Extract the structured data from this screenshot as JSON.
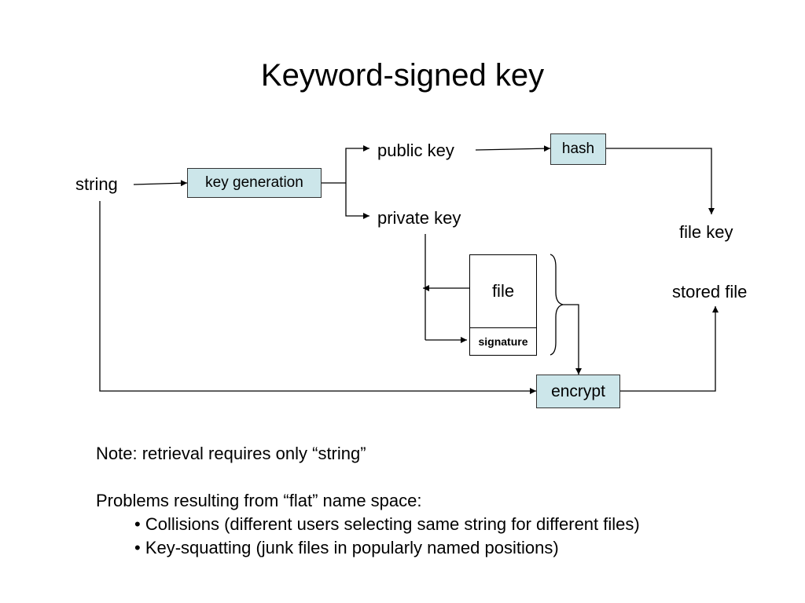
{
  "title": "Keyword-signed key",
  "diagram": {
    "string": "string",
    "key_generation": "key generation",
    "public_key": "public key",
    "private_key": "private key",
    "hash": "hash",
    "file_key": "file key",
    "file": "file",
    "signature": "signature",
    "stored_file": "stored file",
    "encrypt": "encrypt",
    "box_fill": "#cce6ea"
  },
  "notes": {
    "retrieval": "Note: retrieval requires only “string”",
    "problems_heading": "Problems resulting from “flat” name space:",
    "bullets": [
      "• Collisions (different users selecting same string for different files)",
      "• Key-squatting (junk files in popularly named positions)"
    ]
  }
}
